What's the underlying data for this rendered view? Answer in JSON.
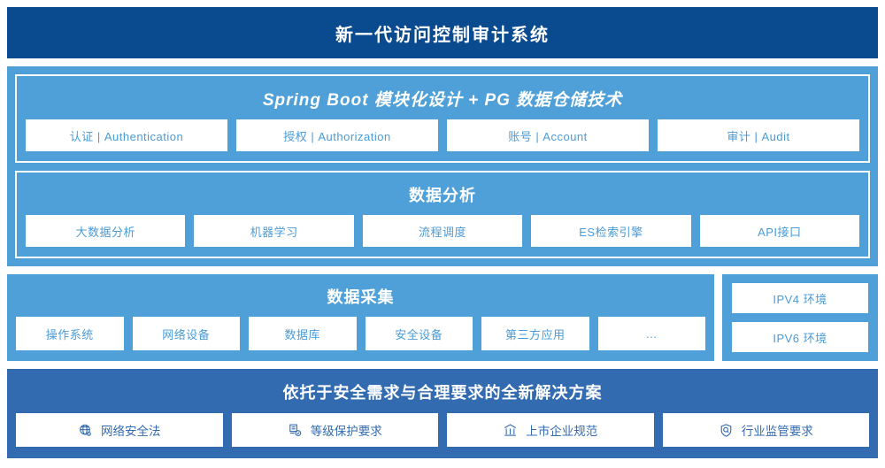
{
  "header": {
    "title": "新一代访问控制审计系统"
  },
  "platform": {
    "spring_panel": {
      "title": "Spring Boot 模块化设计 + PG 数据仓储技术",
      "chips": [
        {
          "label": "认证 | Authentication",
          "name": "chip-authentication"
        },
        {
          "label": "授权 | Authorization",
          "name": "chip-authorization"
        },
        {
          "label": "账号 | Account",
          "name": "chip-account"
        },
        {
          "label": "审计 | Audit",
          "name": "chip-audit"
        }
      ]
    },
    "analysis_panel": {
      "title": "数据分析",
      "chips": [
        {
          "label": "大数据分析",
          "name": "chip-big-data-analysis"
        },
        {
          "label": "机器学习",
          "name": "chip-machine-learning"
        },
        {
          "label": "流程调度",
          "name": "chip-process-scheduling"
        },
        {
          "label": "ES检索引擎",
          "name": "chip-es-search-engine"
        },
        {
          "label": "API接口",
          "name": "chip-api-interface"
        }
      ]
    }
  },
  "collection": {
    "title": "数据采集",
    "chips": [
      {
        "label": "操作系统",
        "name": "chip-operating-system"
      },
      {
        "label": "网络设备",
        "name": "chip-network-device"
      },
      {
        "label": "数据库",
        "name": "chip-database"
      },
      {
        "label": "安全设备",
        "name": "chip-security-device"
      },
      {
        "label": "第三方应用",
        "name": "chip-third-party-app"
      },
      {
        "label": "…",
        "name": "chip-more-ellipsis"
      }
    ]
  },
  "environment": {
    "chips": [
      {
        "label": "IPV4 环境",
        "name": "chip-ipv4-environment"
      },
      {
        "label": "IPV6 环境",
        "name": "chip-ipv6-environment"
      }
    ]
  },
  "solution": {
    "title": "依托于安全需求与合理要求的全新解决方案",
    "chips": [
      {
        "label": "网络安全法",
        "icon": "globe-network-icon",
        "name": "chip-cybersecurity-law"
      },
      {
        "label": "等级保护要求",
        "icon": "document-check-icon",
        "name": "chip-classified-protection"
      },
      {
        "label": "上市企业规范",
        "icon": "bank-building-icon",
        "name": "chip-listed-company-standard"
      },
      {
        "label": "行业监管要求",
        "icon": "shield-search-icon",
        "name": "chip-industry-regulation"
      }
    ]
  },
  "colors": {
    "header_navy": "#0a4a8f",
    "platform_blue": "#4fa0d8",
    "solution_blue": "#336bb0",
    "chip_white": "#ffffff",
    "chip_text_blue": "#4a9bd8"
  }
}
